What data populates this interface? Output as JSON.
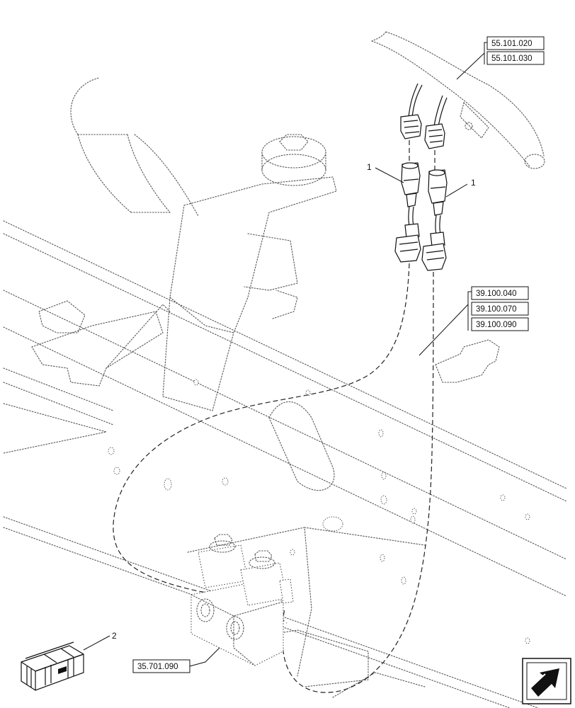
{
  "references": {
    "top": [
      "55.101.020",
      "55.101.030"
    ],
    "middle": [
      "39.100.040",
      "39.100.070",
      "39.100.090"
    ],
    "bottom": [
      "35.701.090"
    ]
  },
  "callouts": {
    "connector_left": "1",
    "connector_right": "1",
    "kit": "2"
  },
  "icons": {
    "kit": "kit-box-icon",
    "navigation": "next-page-arrow-icon"
  }
}
